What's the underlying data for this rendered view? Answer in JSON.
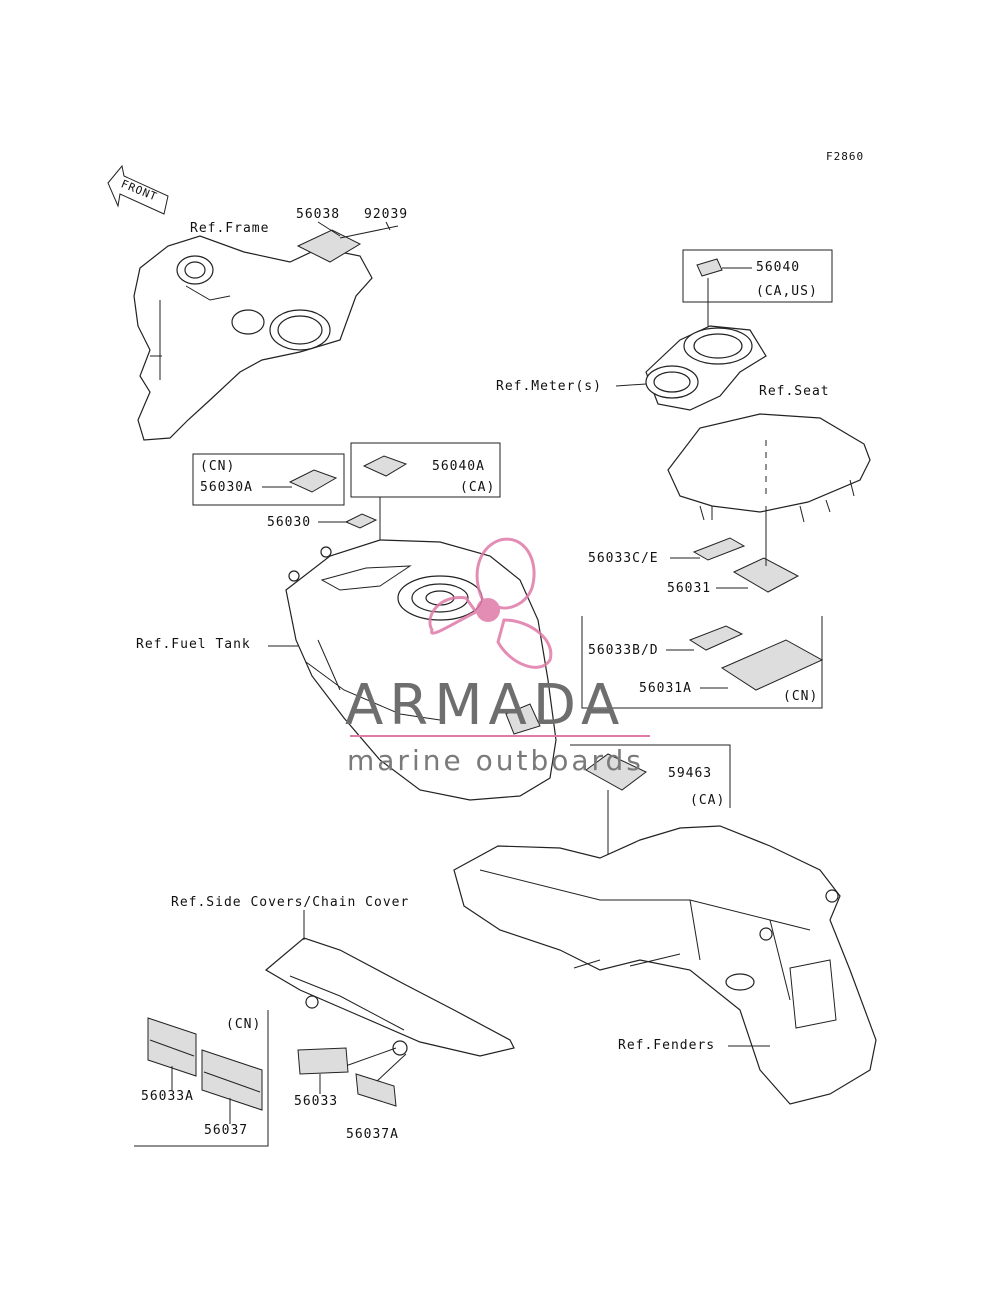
{
  "figure_code": "F2860",
  "front_label": "FRONT",
  "labels": {
    "ref_frame": "Ref.Frame",
    "p56038": "56038",
    "p92039": "92039",
    "p56040": "56040",
    "ca_us": "(CA,US)",
    "ref_meter": "Ref.Meter(s)",
    "ref_seat": "Ref.Seat",
    "cn_top": "(CN)",
    "p56030A": "56030A",
    "p56040A": "56040A",
    "ca_40a": "(CA)",
    "p56030": "56030",
    "p56033CE": "56033C/E",
    "p56031": "56031",
    "ref_fuel_tank": "Ref.Fuel Tank",
    "p56033BD": "56033B/D",
    "p56031A": "56031A",
    "cn_31a": "(CN)",
    "p59463": "59463",
    "ca_59463": "(CA)",
    "ref_side_covers": "Ref.Side Covers/Chain Cover",
    "cn_bottom": "(CN)",
    "ref_fenders": "Ref.Fenders",
    "p56033A": "56033A",
    "p56037": "56037",
    "p56033": "56033",
    "p56037A": "56037A"
  },
  "watermark": {
    "brand": "ARMADA",
    "tagline": "marine outboards",
    "logo_color": "#e07aa8",
    "text_color": "#6e6e6e"
  }
}
